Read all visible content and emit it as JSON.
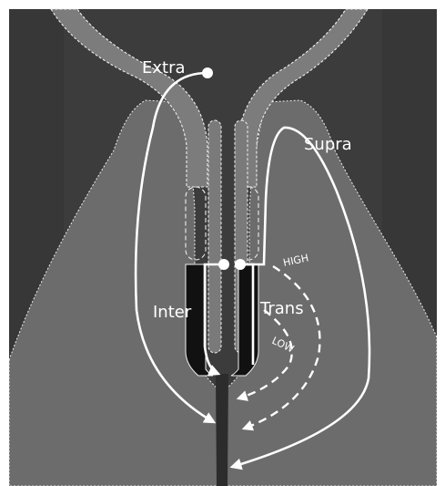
{
  "figure": {
    "labels": {
      "extra": "Extra",
      "supra": "Supra",
      "inter": "Inter",
      "trans": "Trans",
      "high": "HIGH",
      "low": "LOW"
    },
    "colors": {
      "frame": "#ffffff",
      "background": "#3c3c3c",
      "tissue": "#6c6c6c",
      "tube_outline": "#efefef",
      "ink": "#ffffff",
      "dark_region": "#111111"
    }
  }
}
